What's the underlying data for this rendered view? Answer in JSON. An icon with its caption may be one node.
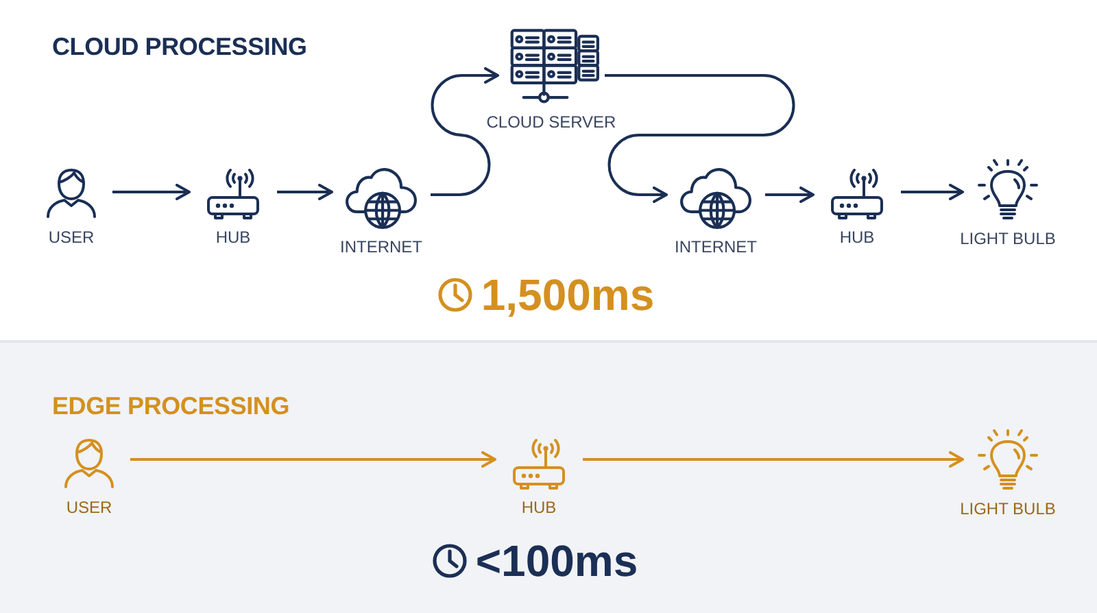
{
  "diagram": {
    "nodes": [
      {
        "text": [
          "CLOUD PROCESSING"
        ]
      },
      {
        "text": [
          "USER"
        ],
        "in": 0
      },
      {
        "text": [
          "HUB"
        ],
        "in": 0
      },
      {
        "text": [
          "INTERNET"
        ],
        "in": 0
      },
      {
        "text": [
          "CLOUD SERVER"
        ],
        "in": 0
      },
      {
        "text": [
          "INTERNET"
        ],
        "in": 0
      },
      {
        "text": [
          "HUB"
        ],
        "in": 0
      },
      {
        "text": [
          "LIGHT BULB"
        ],
        "in": 0
      },
      {
        "text": [
          "EDGE PROCESSING"
        ]
      },
      {
        "text": [
          "USER"
        ],
        "in": 8
      },
      {
        "text": [
          "HUB"
        ],
        "in": 8
      },
      {
        "text": [
          "LIGHT BULB"
        ],
        "in": 8
      }
    ],
    "edges": [
      {
        "from": 1,
        "to": 2,
        "arrow": "to"
      },
      {
        "from": 2,
        "to": 3,
        "arrow": "to"
      },
      {
        "from": 3,
        "to": 4,
        "arrow": "to"
      },
      {
        "from": 4,
        "to": 5,
        "arrow": "to"
      },
      {
        "from": 5,
        "to": 6,
        "arrow": "to"
      },
      {
        "from": 6,
        "to": 7,
        "arrow": "to"
      },
      {
        "from": 9,
        "to": 10,
        "arrow": "to",
        "color": "#d4901f"
      },
      {
        "from": 10,
        "to": 11,
        "arrow": "to",
        "color": "#d4901f"
      }
    ],
    "labels": [
      "1,500ms",
      "<100ms"
    ]
  }
}
